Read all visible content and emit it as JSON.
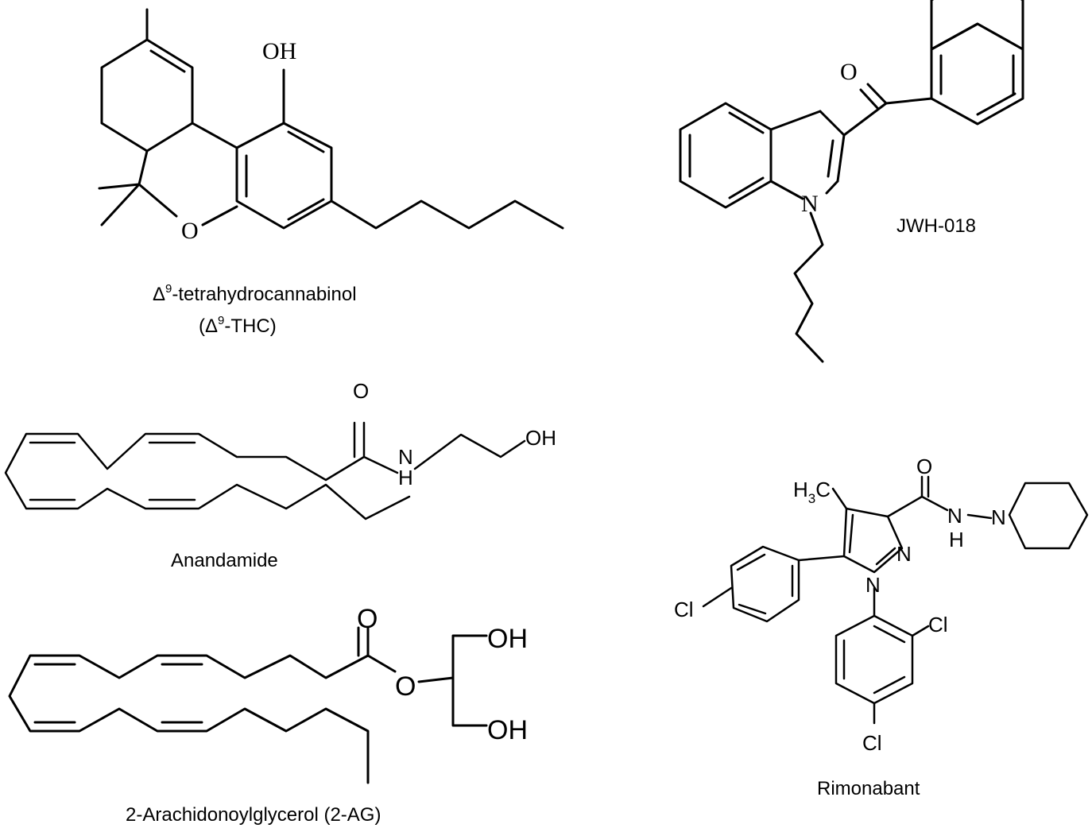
{
  "molecules": {
    "thc": {
      "caption_line1_prefix": "Δ",
      "caption_line1_sup": "9",
      "caption_line1_suffix": "-tetrahydrocannabinol",
      "caption_line2_open": "(Δ",
      "caption_line2_sup": "9",
      "caption_line2_suffix": "-THC)",
      "atom_oh": "OH",
      "atom_o": "O"
    },
    "jwh": {
      "caption": "JWH-018",
      "atom_o": "O",
      "atom_n": "N"
    },
    "anandamide": {
      "caption": "Anandamide",
      "atom_o": "O",
      "atom_n": "N",
      "atom_h": "H",
      "atom_oh": "OH"
    },
    "two_ag": {
      "caption": "2-Arachidonoylglycerol (2-AG)",
      "atom_o_carbonyl": "O",
      "atom_o_ester": "O",
      "atom_oh_top": "OH",
      "atom_oh_bottom": "OH"
    },
    "rimonabant": {
      "caption": "Rimonabant",
      "atom_h3c_h": "H",
      "atom_h3c_sub": "3",
      "atom_h3c_c": "C",
      "atom_o": "O",
      "atom_nh_n": "N",
      "atom_nh_h": "H",
      "atom_n_pip": "N",
      "atom_n_ring": "N",
      "atom_n1_ring": "N",
      "atom_cl_left": "Cl",
      "atom_cl_right": "Cl",
      "atom_cl_bottom": "Cl"
    }
  }
}
